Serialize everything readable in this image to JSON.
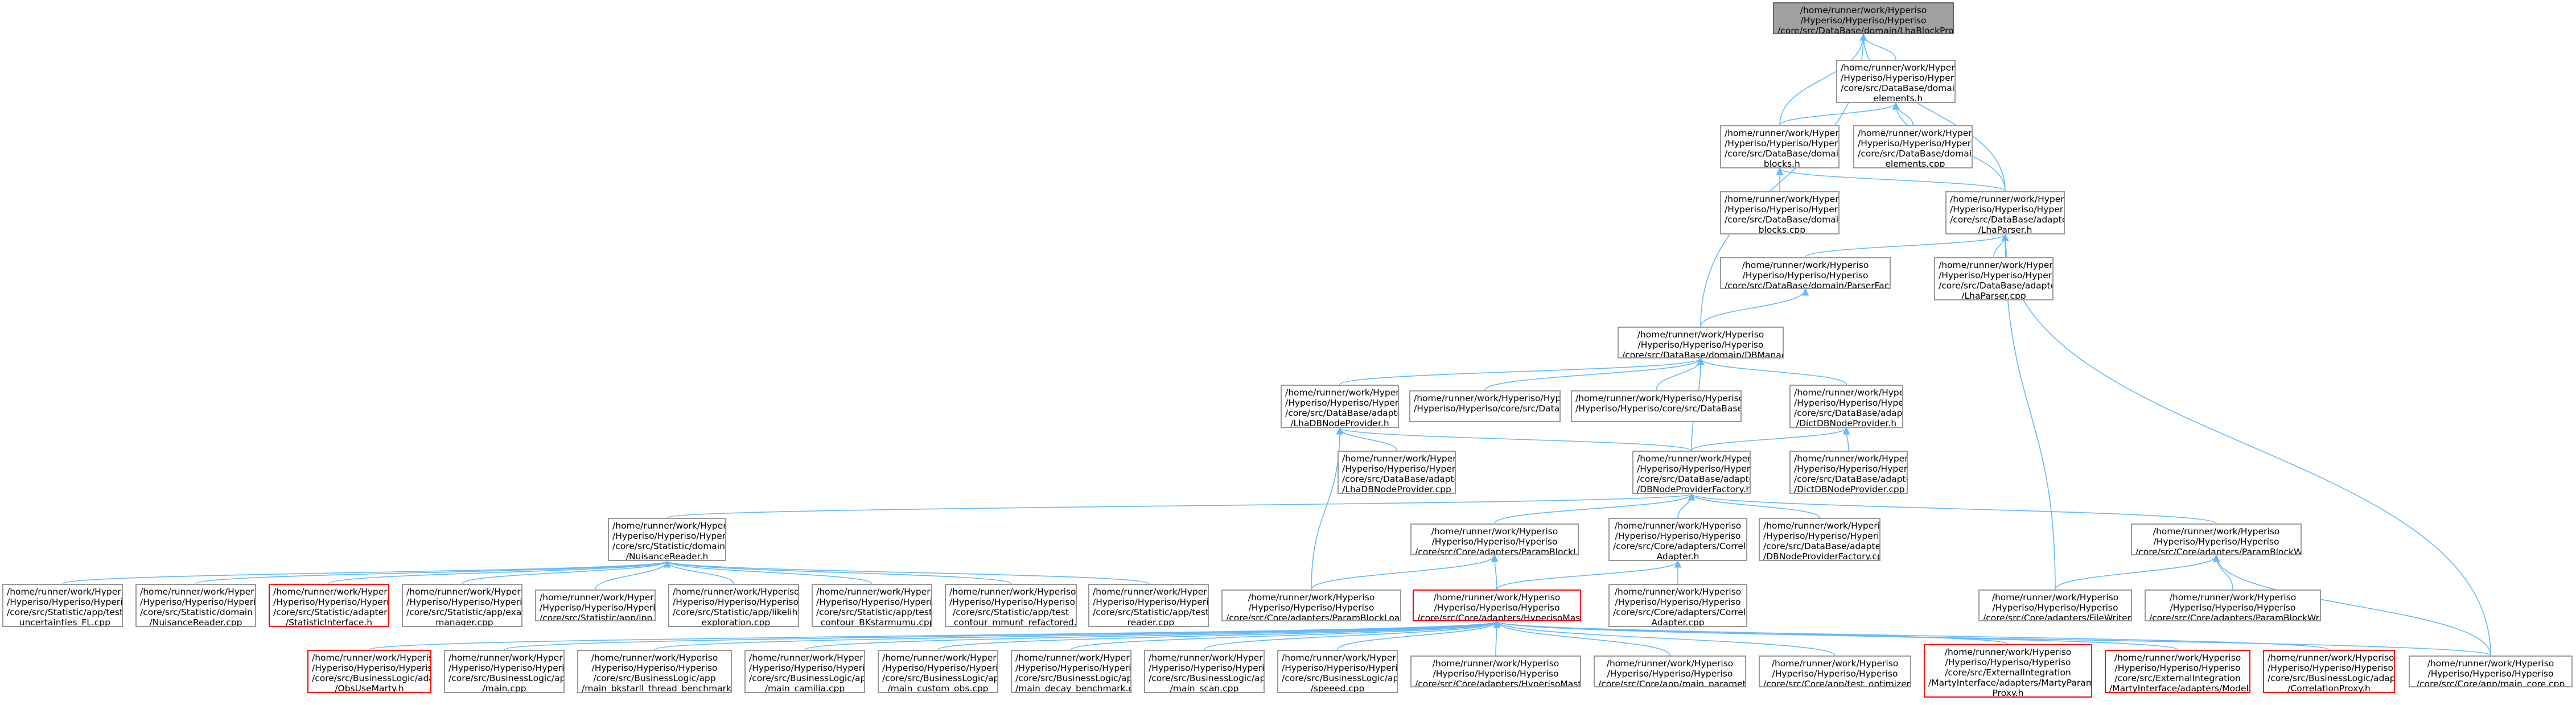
{
  "colors": {
    "edge": "#63b8ff",
    "border": "#999999",
    "root_fill": "#a0a0a0",
    "red_border": "#ff0000"
  },
  "nodes": [
    {
      "id": "n0",
      "text": "/home/runner/work/Hyperiso\n/Hyperiso/Hyperiso/Hyperiso\n/core/src/DataBase/domain/LhaBlockPrototype.h",
      "style": "root"
    },
    {
      "id": "n1",
      "text": "/home/runner/work/Hyperiso\n/Hyperiso/Hyperiso/Hyperiso\n/core/src/DataBase/domain/lha\n_elements.h",
      "style": "normal"
    },
    {
      "id": "n2",
      "text": "/home/runner/work/Hyperiso\n/Hyperiso/Hyperiso/Hyperiso\n/core/src/DataBase/domain/lha\n_blocks.h",
      "style": "normal"
    },
    {
      "id": "n3",
      "text": "/home/runner/work/Hyperiso\n/Hyperiso/Hyperiso/Hyperiso\n/core/src/DataBase/domain/lha\n_elements.cpp",
      "style": "normal"
    },
    {
      "id": "n4",
      "text": "/home/runner/work/Hyperiso\n/Hyperiso/Hyperiso/Hyperiso\n/core/src/DataBase/domain/lha\n_blocks.cpp",
      "style": "normal"
    },
    {
      "id": "n5",
      "text": "/home/runner/work/Hyperiso\n/Hyperiso/Hyperiso/Hyperiso\n/core/src/DataBase/adapters\n/LhaParser.h",
      "style": "normal"
    },
    {
      "id": "n6",
      "text": "/home/runner/work/Hyperiso\n/Hyperiso/Hyperiso/Hyperiso\n/core/src/DataBase/domain/ParserFactory.h",
      "style": "normal"
    },
    {
      "id": "n7",
      "text": "/home/runner/work/Hyperiso\n/Hyperiso/Hyperiso/Hyperiso\n/core/src/DataBase/adapters\n/LhaParser.cpp",
      "style": "normal"
    },
    {
      "id": "n8",
      "text": "/home/runner/work/Hyperiso\n/Hyperiso/Hyperiso/Hyperiso\n/core/src/DataBase/domain/DBManager.h",
      "style": "normal"
    },
    {
      "id": "n9",
      "text": "/home/runner/work/Hyperiso\n/Hyperiso/Hyperiso/Hyperiso\n/core/src/DataBase/adapters\n/LhaDBNodeProvider.h",
      "style": "normal"
    },
    {
      "id": "n10",
      "text": "/home/runner/work/Hyperiso/Hyperiso\n/Hyperiso/Hyperiso/core/src/DataBase/app/main_db.cpp",
      "style": "normal"
    },
    {
      "id": "n11",
      "text": "/home/runner/work/Hyperiso/Hyperiso\n/Hyperiso/Hyperiso/core/src/DataBase/domain/DBManager.cpp",
      "style": "normal"
    },
    {
      "id": "n12",
      "text": "/home/runner/work/Hyperiso\n/Hyperiso/Hyperiso/Hyperiso\n/core/src/DataBase/adapters\n/DictDBNodeProvider.h",
      "style": "normal"
    },
    {
      "id": "n13",
      "text": "/home/runner/work/Hyperiso\n/Hyperiso/Hyperiso/Hyperiso\n/core/src/DataBase/adapters\n/LhaDBNodeProvider.cpp",
      "style": "normal"
    },
    {
      "id": "n14",
      "text": "/home/runner/work/Hyperiso\n/Hyperiso/Hyperiso/Hyperiso\n/core/src/DataBase/adapters\n/DBNodeProviderFactory.h",
      "style": "normal"
    },
    {
      "id": "n15",
      "text": "/home/runner/work/Hyperiso\n/Hyperiso/Hyperiso/Hyperiso\n/core/src/DataBase/adapters\n/DictDBNodeProvider.cpp",
      "style": "normal"
    },
    {
      "id": "n16",
      "text": "/home/runner/work/Hyperiso\n/Hyperiso/Hyperiso/Hyperiso\n/core/src/Statistic/domain\n/NuisanceReader.h",
      "style": "normal"
    },
    {
      "id": "n17",
      "text": "/home/runner/work/Hyperiso\n/Hyperiso/Hyperiso/Hyperiso\n/core/src/Core/adapters/ParamBlockLoader.h",
      "style": "normal"
    },
    {
      "id": "n18",
      "text": "/home/runner/work/Hyperiso\n/Hyperiso/Hyperiso/Hyperiso\n/core/src/Core/adapters/Correlation\nAdapter.h",
      "style": "normal"
    },
    {
      "id": "n19",
      "text": "/home/runner/work/Hyperiso\n/Hyperiso/Hyperiso/Hyperiso\n/core/src/DataBase/adapters\n/DBNodeProviderFactory.cpp",
      "style": "normal"
    },
    {
      "id": "n20",
      "text": "/home/runner/work/Hyperiso\n/Hyperiso/Hyperiso/Hyperiso\n/core/src/Core/adapters/ParamBlockWriter.h",
      "style": "normal"
    },
    {
      "id": "n21",
      "text": "/home/runner/work/Hyperiso\n/Hyperiso/Hyperiso/Hyperiso\n/core/src/Statistic/app/test\n_uncertainties_FL.cpp",
      "style": "normal"
    },
    {
      "id": "n22",
      "text": "/home/runner/work/Hyperiso\n/Hyperiso/Hyperiso/Hyperiso\n/core/src/Statistic/domain\n/NuisanceReader.cpp",
      "style": "normal"
    },
    {
      "id": "n23",
      "text": "/home/runner/work/Hyperiso\n/Hyperiso/Hyperiso/Hyperiso\n/core/src/Statistic/adapters\n/StatisticInterface.h",
      "style": "red"
    },
    {
      "id": "n24",
      "text": "/home/runner/work/Hyperiso\n/Hyperiso/Hyperiso/Hyperiso\n/core/src/Statistic/app/example\n_manager.cpp",
      "style": "normal"
    },
    {
      "id": "n25",
      "text": "/home/runner/work/Hyperiso\n/Hyperiso/Hyperiso/Hyperiso\n/core/src/Statistic/app/jpp.cpp",
      "style": "normal"
    },
    {
      "id": "n26",
      "text": "/home/runner/work/Hyperiso\n/Hyperiso/Hyperiso/Hyperiso\n/core/src/Statistic/app/likelihood\n_exploration.cpp",
      "style": "normal"
    },
    {
      "id": "n27",
      "text": "/home/runner/work/Hyperiso\n/Hyperiso/Hyperiso/Hyperiso\n/core/src/Statistic/app/test\n_contour_BKstarmumu.cpp",
      "style": "normal"
    },
    {
      "id": "n28",
      "text": "/home/runner/work/Hyperiso\n/Hyperiso/Hyperiso/Hyperiso\n/core/src/Statistic/app/test\n_contour_mmunt_refactored.cpp",
      "style": "normal"
    },
    {
      "id": "n29",
      "text": "/home/runner/work/Hyperiso\n/Hyperiso/Hyperiso/Hyperiso\n/core/src/Statistic/app/test\n_reader.cpp",
      "style": "normal"
    },
    {
      "id": "n30",
      "text": "/home/runner/work/Hyperiso\n/Hyperiso/Hyperiso/Hyperiso\n/core/src/Core/adapters/ParamBlockLoader.cpp",
      "style": "normal"
    },
    {
      "id": "n31",
      "text": "/home/runner/work/Hyperiso\n/Hyperiso/Hyperiso/Hyperiso\n/core/src/Core/adapters/HyperisoMaster.h",
      "style": "red"
    },
    {
      "id": "n32",
      "text": "/home/runner/work/Hyperiso\n/Hyperiso/Hyperiso/Hyperiso\n/core/src/Core/adapters/Correlation\nAdapter.cpp",
      "style": "normal"
    },
    {
      "id": "n33",
      "text": "/home/runner/work/Hyperiso\n/Hyperiso/Hyperiso/Hyperiso\n/core/src/Core/adapters/FileWriter.cpp",
      "style": "normal"
    },
    {
      "id": "n34",
      "text": "/home/runner/work/Hyperiso\n/Hyperiso/Hyperiso/Hyperiso\n/core/src/Core/adapters/ParamBlockWriter.cpp",
      "style": "normal"
    },
    {
      "id": "n35",
      "text": "/home/runner/work/Hyperiso\n/Hyperiso/Hyperiso/Hyperiso\n/core/src/BusinessLogic/adapters\n/ObsUseMarty.h",
      "style": "red"
    },
    {
      "id": "n36",
      "text": "/home/runner/work/Hyperiso\n/Hyperiso/Hyperiso/Hyperiso\n/core/src/BusinessLogic/app\n/main.cpp",
      "style": "normal"
    },
    {
      "id": "n37",
      "text": "/home/runner/work/Hyperiso\n/Hyperiso/Hyperiso/Hyperiso\n/core/src/BusinessLogic/app\n/main_bkstarll_thread_benchmark.cpp",
      "style": "normal"
    },
    {
      "id": "n38",
      "text": "/home/runner/work/Hyperiso\n/Hyperiso/Hyperiso/Hyperiso\n/core/src/BusinessLogic/app\n/main_camilia.cpp",
      "style": "normal"
    },
    {
      "id": "n39",
      "text": "/home/runner/work/Hyperiso\n/Hyperiso/Hyperiso/Hyperiso\n/core/src/BusinessLogic/app\n/main_custom_obs.cpp",
      "style": "normal"
    },
    {
      "id": "n40",
      "text": "/home/runner/work/Hyperiso\n/Hyperiso/Hyperiso/Hyperiso\n/core/src/BusinessLogic/app\n/main_decay_benchmark.cpp",
      "style": "normal"
    },
    {
      "id": "n41",
      "text": "/home/runner/work/Hyperiso\n/Hyperiso/Hyperiso/Hyperiso\n/core/src/BusinessLogic/app\n/main_scan.cpp",
      "style": "normal"
    },
    {
      "id": "n42",
      "text": "/home/runner/work/Hyperiso\n/Hyperiso/Hyperiso/Hyperiso\n/core/src/BusinessLogic/app\n/speeed.cpp",
      "style": "normal"
    },
    {
      "id": "n43",
      "text": "/home/runner/work/Hyperiso\n/Hyperiso/Hyperiso/Hyperiso\n/core/src/Core/adapters/HyperisoMaster.cpp",
      "style": "normal"
    },
    {
      "id": "n44",
      "text": "/home/runner/work/Hyperiso\n/Hyperiso/Hyperiso/Hyperiso\n/core/src/Core/app/main_parameters.cpp",
      "style": "normal"
    },
    {
      "id": "n45",
      "text": "/home/runner/work/Hyperiso\n/Hyperiso/Hyperiso/Hyperiso\n/core/src/Core/app/test_optimizer.cpp",
      "style": "normal"
    },
    {
      "id": "n46",
      "text": "/home/runner/work/Hyperiso\n/Hyperiso/Hyperiso/Hyperiso\n/core/src/ExternalIntegration\n/MartyInterface/adapters/MartyParameter\nProxy.h",
      "style": "red"
    },
    {
      "id": "n47",
      "text": "/home/runner/work/Hyperiso\n/Hyperiso/Hyperiso/Hyperiso\n/core/src/ExternalIntegration\n/MartyInterface/adapters/ModelAPI.h",
      "style": "red"
    },
    {
      "id": "n48",
      "text": "/home/runner/work/Hyperiso\n/Hyperiso/Hyperiso/Hyperiso\n/core/src/BusinessLogic/adapters\n/CorrelationProxy.h",
      "style": "red"
    },
    {
      "id": "n49",
      "text": "/home/runner/work/Hyperiso\n/Hyperiso/Hyperiso/Hyperiso\n/core/src/Core/app/main_core.cpp",
      "style": "normal"
    }
  ],
  "edges": [
    [
      "n1",
      "n0"
    ],
    [
      "n2",
      "n0"
    ],
    [
      "n5",
      "n0"
    ],
    [
      "n8",
      "n0"
    ],
    [
      "n2",
      "n1"
    ],
    [
      "n3",
      "n1"
    ],
    [
      "n5",
      "n1"
    ],
    [
      "n4",
      "n2"
    ],
    [
      "n5",
      "n2"
    ],
    [
      "n6",
      "n5"
    ],
    [
      "n7",
      "n5"
    ],
    [
      "n33",
      "n5"
    ],
    [
      "n49",
      "n5"
    ],
    [
      "n8",
      "n6"
    ],
    [
      "n9",
      "n8"
    ],
    [
      "n10",
      "n8"
    ],
    [
      "n11",
      "n8"
    ],
    [
      "n12",
      "n8"
    ],
    [
      "n14",
      "n8"
    ],
    [
      "n13",
      "n9"
    ],
    [
      "n14",
      "n9"
    ],
    [
      "n30",
      "n9"
    ],
    [
      "n15",
      "n12"
    ],
    [
      "n14",
      "n12"
    ],
    [
      "n16",
      "n14"
    ],
    [
      "n17",
      "n14"
    ],
    [
      "n18",
      "n14"
    ],
    [
      "n19",
      "n14"
    ],
    [
      "n20",
      "n14"
    ],
    [
      "n21",
      "n16"
    ],
    [
      "n22",
      "n16"
    ],
    [
      "n23",
      "n16"
    ],
    [
      "n24",
      "n16"
    ],
    [
      "n25",
      "n16"
    ],
    [
      "n26",
      "n16"
    ],
    [
      "n27",
      "n16"
    ],
    [
      "n28",
      "n16"
    ],
    [
      "n29",
      "n16"
    ],
    [
      "n30",
      "n17"
    ],
    [
      "n31",
      "n17"
    ],
    [
      "n31",
      "n18"
    ],
    [
      "n32",
      "n18"
    ],
    [
      "n33",
      "n20"
    ],
    [
      "n34",
      "n20"
    ],
    [
      "n49",
      "n20"
    ],
    [
      "n35",
      "n31"
    ],
    [
      "n36",
      "n31"
    ],
    [
      "n37",
      "n31"
    ],
    [
      "n38",
      "n31"
    ],
    [
      "n39",
      "n31"
    ],
    [
      "n40",
      "n31"
    ],
    [
      "n41",
      "n31"
    ],
    [
      "n42",
      "n31"
    ],
    [
      "n43",
      "n31"
    ],
    [
      "n44",
      "n31"
    ],
    [
      "n45",
      "n31"
    ],
    [
      "n46",
      "n31"
    ],
    [
      "n47",
      "n31"
    ],
    [
      "n48",
      "n31"
    ],
    [
      "n49",
      "n31"
    ]
  ]
}
